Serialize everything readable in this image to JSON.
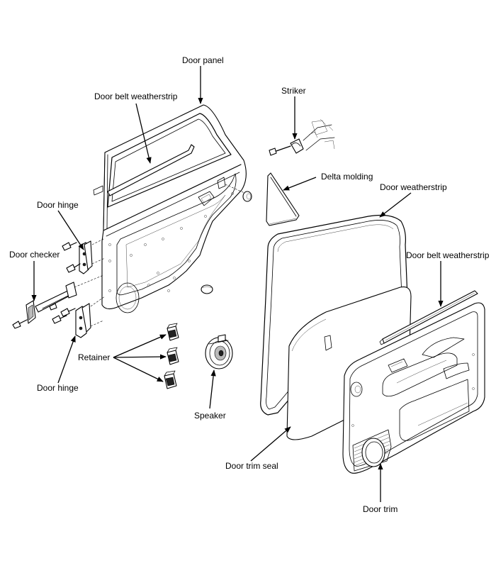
{
  "labels": {
    "door_panel": "Door panel",
    "door_belt_weatherstrip_inner": "Door belt weatherstrip",
    "striker": "Striker",
    "delta_molding": "Delta molding",
    "door_weatherstrip": "Door weatherstrip",
    "door_hinge_upper": "Door hinge",
    "door_checker": "Door checker",
    "door_belt_weatherstrip_outer": "Door belt weatherstrip",
    "retainer": "Retainer",
    "door_hinge_lower": "Door hinge",
    "speaker": "Speaker",
    "door_trim_seal": "Door trim seal",
    "door_trim": "Door trim"
  }
}
